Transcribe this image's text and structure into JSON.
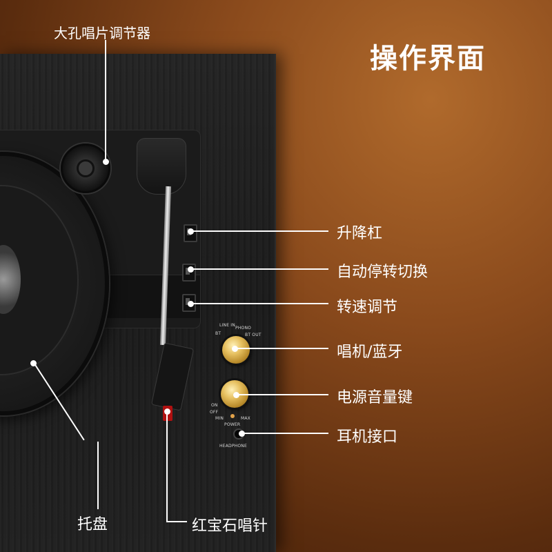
{
  "title": "操作界面",
  "callouts": {
    "spindle_adapter": "大孔唱片调节器",
    "lift_lever": "升降杠",
    "auto_stop_switch": "自动停转切换",
    "speed_adjust": "转速调节",
    "phono_bluetooth": "唱机/蓝牙",
    "power_volume": "电源音量键",
    "headphone_jack": "耳机接口",
    "platter": "托盘",
    "stylus": "红宝石唱针"
  },
  "panel_text": {
    "line_in": "LINE IN",
    "phono": "PHONO",
    "bt": "BT",
    "bt_out": "BT OUT",
    "on": "ON",
    "off": "OFF",
    "min": "MIN",
    "max": "MAX",
    "power": "POWER",
    "headphone": "HEADPHONE"
  },
  "colors": {
    "background": "#8a4a1c",
    "board": "#1e1e1e",
    "knob_gold": "#e6c060",
    "callout_text": "#ffffff",
    "stylus_red": "#b01010"
  },
  "icons": [
    "spindle-adapter-icon",
    "tonearm-icon",
    "knob-icon",
    "headphone-jack-icon"
  ]
}
